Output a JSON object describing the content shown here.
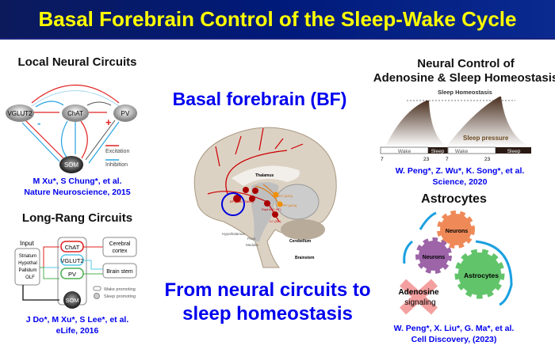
{
  "title": "Basal Forebrain Control of the Sleep-Wake Cycle",
  "local": {
    "heading": "Local Neural Circuits",
    "nodes": {
      "vglut2": "VGLUT2",
      "chat": "ChAT",
      "pv": "PV",
      "som": "SOM"
    },
    "plus": "+",
    "minus": "-",
    "legend_excitation": "Excitation",
    "legend_inhibition": "Inhibition",
    "cite1": "M Xu*, S Chung*, et al.",
    "cite2": "Nature Neuroscience, 2015"
  },
  "longrange": {
    "heading": "Long-Rang Circuits",
    "input_label": "Input",
    "inputs": [
      "Striatum",
      "Hypothal",
      "Pallidum",
      "OLF"
    ],
    "chat": "ChAT",
    "vglut2": "VGLUT2",
    "pv": "PV",
    "som": "SOM",
    "cortex1": "Cerebral",
    "cortex2": "cortex",
    "brainstem": "Brain stem",
    "legend_wake": "Wake promoting",
    "legend_sleep": "Sleep promoting",
    "cite1": "J Do*, M Xu*, S Lee*, et al.",
    "cite2": "eLife, 2016"
  },
  "center": {
    "heading": "Basal forebrain (BF)",
    "brain_labels": {
      "thalamus": "Thalamus",
      "hypothalamus": "Hypothalamus",
      "pons": "Pons",
      "medulla": "Medulla",
      "cerebellum": "Cerebellum",
      "brainstem": "Brainstem",
      "bf": "BF (ACh, GABA)",
      "lc": "LC (NA)",
      "raphe": "Raphe (5-HT)",
      "ldt": "LDT (ACh)",
      "ppt": "PPT (ACh)"
    },
    "tagline1": "From neural circuits to",
    "tagline2": "sleep homeostasis"
  },
  "adenosine": {
    "heading1": "Neural Control of",
    "heading2": "Adenosine & Sleep Homeostasis",
    "chart_title": "Sleep Homeostasis",
    "pressure": "Sleep pressure",
    "bar": [
      "Wake",
      "Sleep",
      "Wake",
      "Sleep"
    ],
    "ticks": [
      "7",
      "23",
      "7",
      "23"
    ],
    "cite1": "W. Peng*, Z. Wu*, K. Song*, et al.",
    "cite2": "Science, 2020"
  },
  "astro": {
    "heading": "Astrocytes",
    "gear1": "Neurons",
    "gear2": "Neurons",
    "gear3": "Astrocytes",
    "adenosine1": "Adenosine",
    "adenosine2": "signaling",
    "cite1": "W. Peng*, X. Liu*, G. Ma*, et al.",
    "cite2": "Cell Discovery, (2023)"
  },
  "colors": {
    "title": "#ffff00",
    "header": "#001a7a",
    "cite": "#0000ee",
    "excitation": "#e02020",
    "inhibition": "#29a3e0"
  }
}
